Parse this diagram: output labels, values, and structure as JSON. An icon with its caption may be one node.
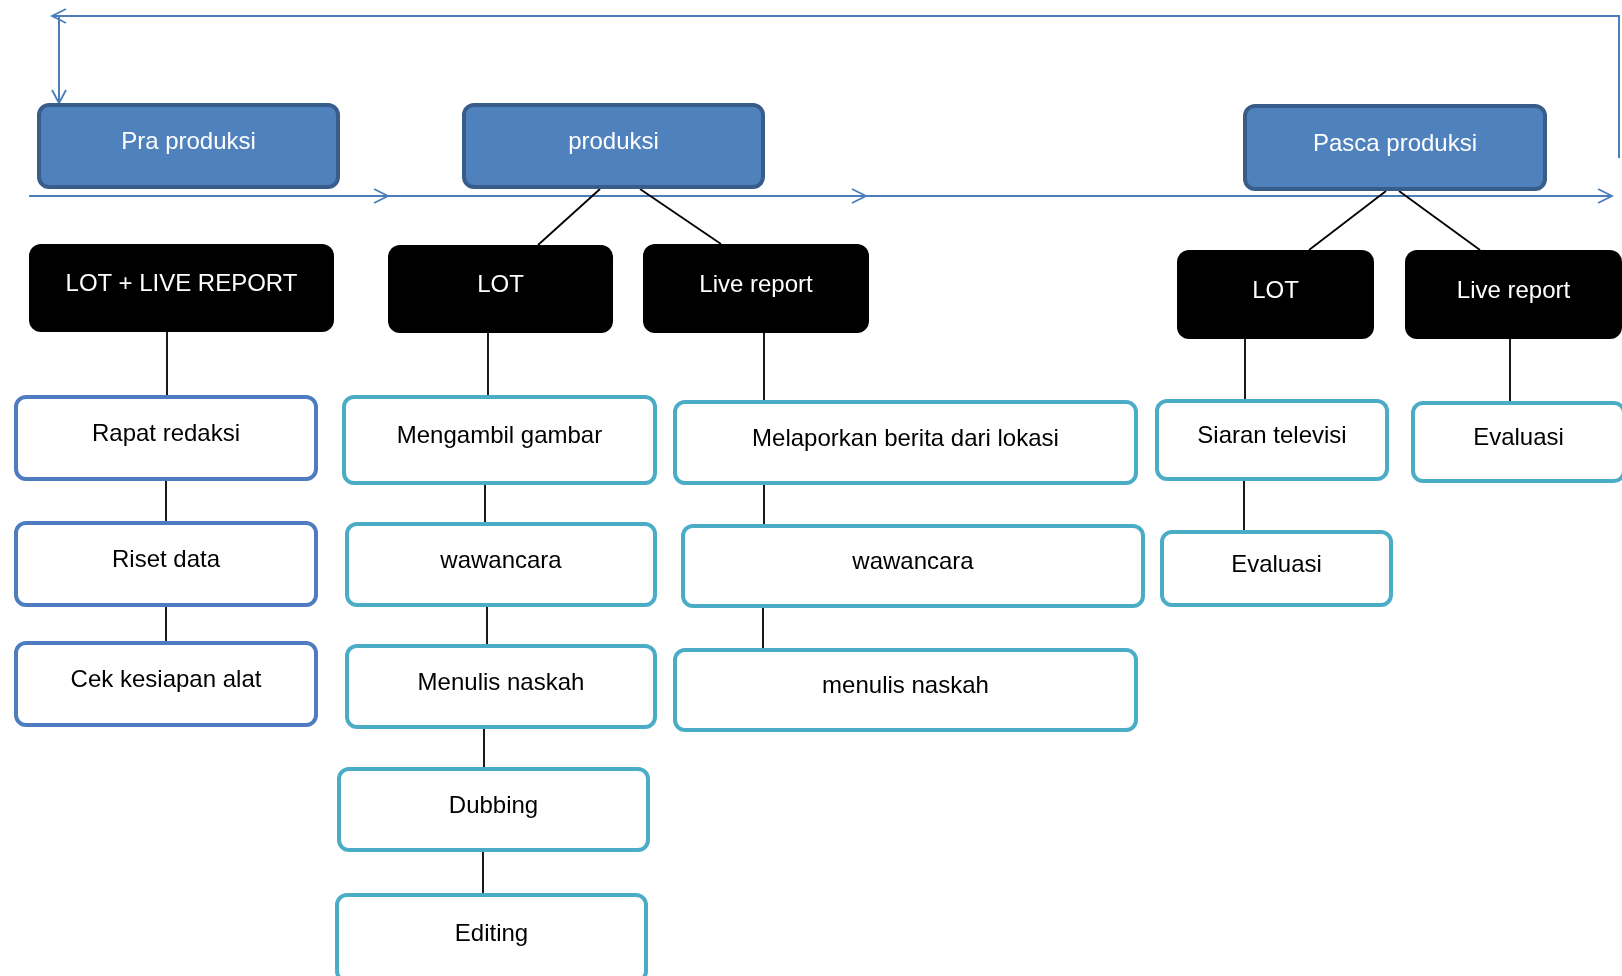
{
  "diagram": {
    "nodes": [
      {
        "text": [
          "Pra produksi"
        ]
      },
      {
        "text": [
          "produksi"
        ]
      },
      {
        "text": [
          "Pasca produksi"
        ]
      },
      {
        "text": [
          "LOT + LIVE REPORT"
        ]
      },
      {
        "text": [
          "LOT"
        ]
      },
      {
        "text": [
          "Live report"
        ]
      },
      {
        "text": [
          "LOT"
        ]
      },
      {
        "text": [
          "Live report"
        ]
      },
      {
        "text": [
          "Rapat redaksi"
        ]
      },
      {
        "text": [
          "Riset data"
        ]
      },
      {
        "text": [
          "Cek kesiapan alat"
        ]
      },
      {
        "text": [
          "Mengambil gambar"
        ]
      },
      {
        "text": [
          "wawancara"
        ]
      },
      {
        "text": [
          "Menulis naskah"
        ]
      },
      {
        "text": [
          "Dubbing"
        ]
      },
      {
        "text": [
          "Editing"
        ]
      },
      {
        "text": [
          "Melaporkan berita dari lokasi"
        ]
      },
      {
        "text": [
          "wawancara"
        ]
      },
      {
        "text": [
          "menulis naskah"
        ]
      },
      {
        "text": [
          "Siaran televisi"
        ]
      },
      {
        "text": [
          "Evaluasi"
        ]
      },
      {
        "text": [
          "Evaluasi"
        ]
      }
    ],
    "edges": [
      {
        "from": null,
        "to": 0,
        "arrow": "to",
        "color": "#4a7ebb"
      },
      {
        "from": 1,
        "to": 4,
        "arrow": "none"
      },
      {
        "from": 1,
        "to": 5,
        "arrow": "none"
      },
      {
        "from": 2,
        "to": 6,
        "arrow": "none"
      },
      {
        "from": 2,
        "to": 7,
        "arrow": "none"
      },
      {
        "from": 3,
        "to": 8,
        "arrow": "none"
      },
      {
        "from": 8,
        "to": 9,
        "arrow": "none"
      },
      {
        "from": 9,
        "to": 10,
        "arrow": "none"
      },
      {
        "from": 4,
        "to": 11,
        "arrow": "none"
      },
      {
        "from": 11,
        "to": 12,
        "arrow": "none"
      },
      {
        "from": 12,
        "to": 13,
        "arrow": "none"
      },
      {
        "from": 13,
        "to": 14,
        "arrow": "none"
      },
      {
        "from": 14,
        "to": 15,
        "arrow": "none"
      },
      {
        "from": 5,
        "to": 16,
        "arrow": "none"
      },
      {
        "from": 16,
        "to": 17,
        "arrow": "none"
      },
      {
        "from": 17,
        "to": 18,
        "arrow": "none"
      },
      {
        "from": 6,
        "to": 19,
        "arrow": "none"
      },
      {
        "from": 19,
        "to": 20,
        "arrow": "none"
      },
      {
        "from": 7,
        "to": 21,
        "arrow": "none"
      }
    ]
  }
}
